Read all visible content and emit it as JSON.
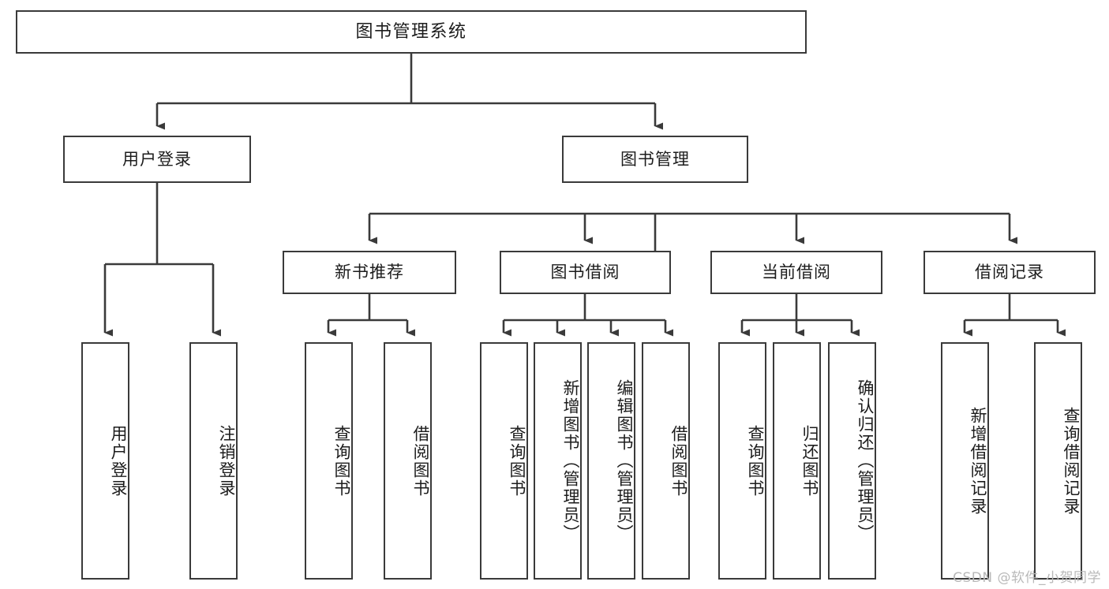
{
  "diagram": {
    "type": "tree",
    "title": "图书管理系统",
    "watermark": "CSDN @软件_小贺同学",
    "stroke_color": "#3a3a3a",
    "background_color": "#ffffff",
    "text_color": "#1c1c1c",
    "watermark_color": "#b9b9b9"
  },
  "nodes": {
    "root": {
      "label": "图书管理系统"
    },
    "level2": [
      {
        "label": "用户登录"
      },
      {
        "label": "图书管理"
      }
    ],
    "level3": [
      {
        "label": "新书推荐"
      },
      {
        "label": "图书借阅"
      },
      {
        "label": "当前借阅"
      },
      {
        "label": "借阅记录"
      }
    ],
    "leaves": {
      "user_login": [
        {
          "label": "用户登录"
        },
        {
          "label": "注销登录"
        }
      ],
      "new_book_recommend": [
        {
          "label": "查询图书"
        },
        {
          "label": "借阅图书"
        }
      ],
      "book_borrow": [
        {
          "label": "查询图书"
        },
        {
          "label": "新增图书（管理员）"
        },
        {
          "label": "编辑图书（管理员）"
        },
        {
          "label": "借阅图书"
        }
      ],
      "current_borrow": [
        {
          "label": "查询图书"
        },
        {
          "label": "归还图书"
        },
        {
          "label": "确认归还（管理员）"
        }
      ],
      "borrow_record": [
        {
          "label": "新增借阅记录"
        },
        {
          "label": "查询借阅记录"
        }
      ]
    }
  }
}
